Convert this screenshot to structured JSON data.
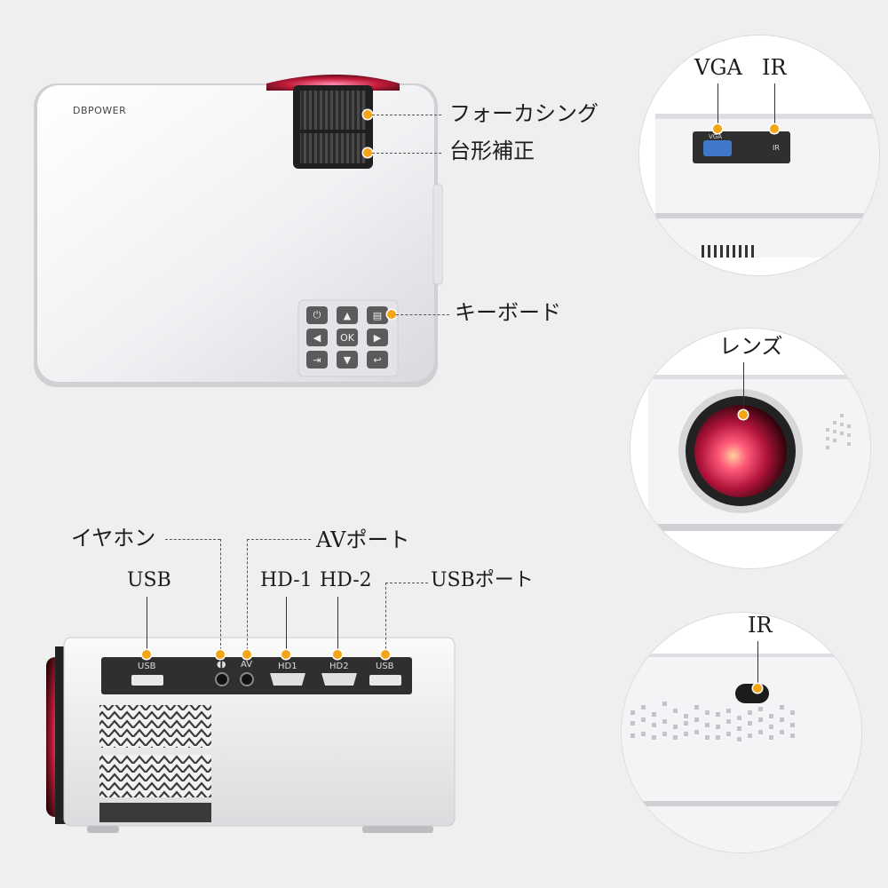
{
  "product": {
    "brand": "DBPOWER"
  },
  "top_view": {
    "focus_label": "フォーカシング",
    "keystone_label": "台形補正",
    "keyboard_label": "キーボード",
    "keys": {
      "ok": "OK",
      "up": "▲",
      "down": "▼",
      "left": "◀",
      "right": "▶",
      "power": "⏻",
      "menu": "▤",
      "source": "⇥",
      "back": "↩"
    }
  },
  "rear_view": {
    "earphone_label": "イヤホン",
    "av_port_label": "AVポート",
    "usb_label": "USB",
    "hd1_label": "HD-1",
    "hd2_label": "HD-2",
    "usb_port_label": "USBポート",
    "port_labels": {
      "usb_left": "USB",
      "av": "AV",
      "hd1": "HD1",
      "hd2": "HD2",
      "usb_right": "USB"
    }
  },
  "detail_vga_ir": {
    "vga_label": "VGA",
    "ir_label": "IR",
    "panel_vga": "VGA",
    "panel_ir": "IR"
  },
  "detail_lens": {
    "lens_label": "レンズ"
  },
  "detail_front_ir": {
    "ir_label": "IR"
  },
  "colors": {
    "accent_dot": "#f5a317",
    "lens_red": "#c41c3a",
    "panel_dark": "#2f2f2f"
  }
}
